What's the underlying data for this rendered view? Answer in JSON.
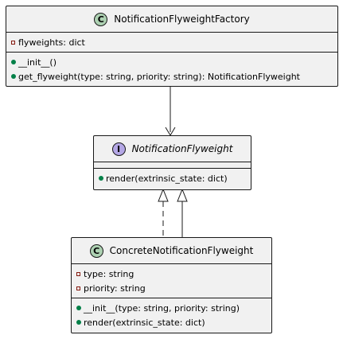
{
  "factory": {
    "badge": "C",
    "name": "NotificationFlyweightFactory",
    "fields": [
      {
        "visibility": "private",
        "text": "flyweights: dict"
      }
    ],
    "methods": [
      {
        "visibility": "public",
        "text": "__init__()"
      },
      {
        "visibility": "public",
        "text": "get_flyweight(type: string, priority: string): NotificationFlyweight"
      }
    ]
  },
  "interface": {
    "badge": "I",
    "name": "NotificationFlyweight",
    "fields": [],
    "methods": [
      {
        "visibility": "public",
        "text": "render(extrinsic_state: dict)"
      }
    ]
  },
  "concrete": {
    "badge": "C",
    "name": "ConcreteNotificationFlyweight",
    "fields": [
      {
        "visibility": "private",
        "text": "type: string"
      },
      {
        "visibility": "private",
        "text": "priority: string"
      }
    ],
    "methods": [
      {
        "visibility": "public",
        "text": "__init__(type: string, priority: string)"
      },
      {
        "visibility": "public",
        "text": "render(extrinsic_state: dict)"
      }
    ]
  },
  "relationships": [
    {
      "from": "NotificationFlyweightFactory",
      "to": "NotificationFlyweight",
      "kind": "association"
    },
    {
      "from": "ConcreteNotificationFlyweight",
      "to": "NotificationFlyweight",
      "kind": "realization"
    },
    {
      "from": "ConcreteNotificationFlyweight",
      "to": "NotificationFlyweight",
      "kind": "generalization"
    }
  ],
  "colors": {
    "box_fill": "#f1f1f1",
    "border": "#181818",
    "class_badge": "#add1b2",
    "interface_badge": "#b4a7e5",
    "private_marker": "#84190f",
    "public_marker": "#038048"
  }
}
